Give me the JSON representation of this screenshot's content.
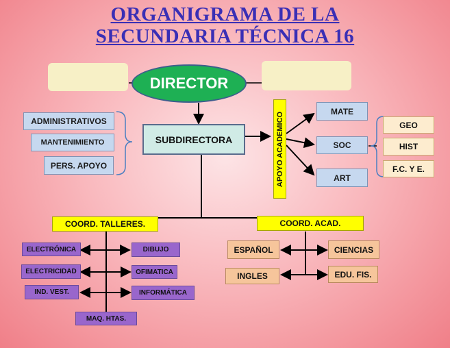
{
  "title": {
    "line1": "ORGANIGRAMA DE LA",
    "line2": "SECUNDARIA TÉCNICA 16"
  },
  "director": "DIRECTOR",
  "subdirectora": "SUBDIRECTORA",
  "left_staff": [
    "ADMINISTRATIVOS",
    "MANTENIMIENTO",
    "PERS. APOYO"
  ],
  "apoyo_academico": "APOYO ACADEMICO",
  "apoyo_areas": [
    "MATE",
    "SOC",
    "ART"
  ],
  "soc_subjects": [
    "GEO",
    "HIST",
    "F.C. Y E."
  ],
  "coord_talleres": "COORD.  TALLERES.",
  "coord_acad": "COORD.  ACAD.",
  "talleres": {
    "electronica": "ELECTRÓNICA",
    "dibujo": "DIBUJO",
    "electricidad": "ELECTRICIDAD",
    "ofimatica": "OFIMATICA",
    "ind_vest": "IND. VEST.",
    "informatica": "INFORMÁTICA",
    "maq_htas": "MAQ.  HTAS."
  },
  "academicas": {
    "espanol": "ESPAÑOL",
    "ciencias": "CIENCIAS",
    "ingles": "INGLES",
    "edu_fis": "EDU. FIS."
  }
}
